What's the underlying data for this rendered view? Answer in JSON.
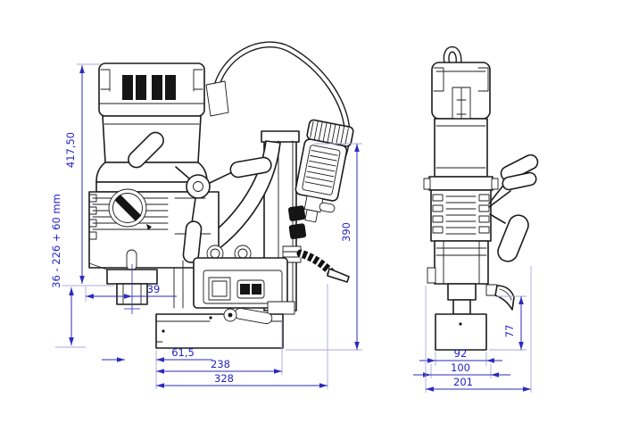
{
  "drawing": {
    "type": "technical dimension drawing",
    "subject": "magnetic base drill press, two orthographic views",
    "background_color": "#ffffff",
    "line_color": "#1c1c1c",
    "dimension_color": "#2b2bbe",
    "extension_line_color": "#a9a9dc",
    "views": {
      "side_view": {
        "name": "side view",
        "dimensions": {
          "total_height": "417,50",
          "stroke_range": "36 - 226 + 60 mm",
          "spindle_offset": "39",
          "base_edge_to_axis": "61,5",
          "base_length": "238",
          "overall_length": "328",
          "tank_height": "390"
        }
      },
      "front_view": {
        "name": "front view",
        "dimensions": {
          "lever_height": "77",
          "magnet_width": "92",
          "slide_width": "100",
          "overall_width": "201"
        }
      }
    }
  }
}
